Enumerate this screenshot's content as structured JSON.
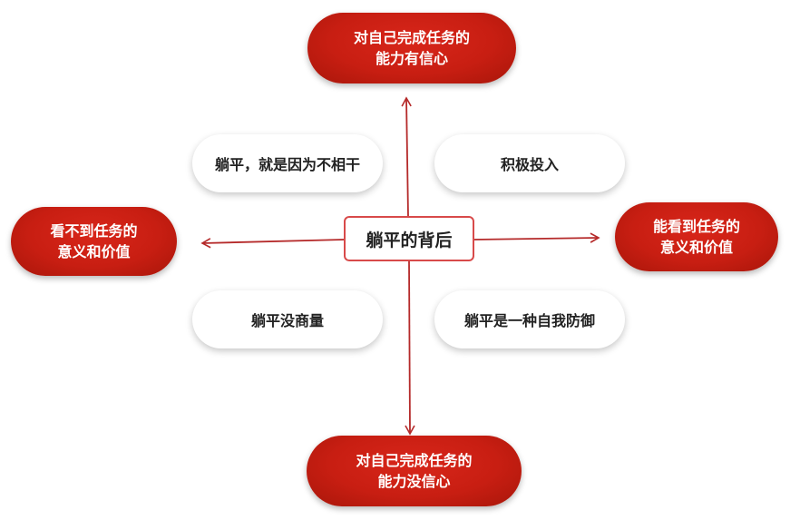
{
  "diagram": {
    "center": "躺平的背后",
    "axis_top": "对自己完成任务的\n能力有信心",
    "axis_bottom": "对自己完成任务的\n能力没信心",
    "axis_left": "看不到任务的\n意义和价值",
    "axis_right": "能看到任务的\n意义和价值",
    "quadrant_top_left": "躺平，就是因为不相干",
    "quadrant_top_right": "积极投入",
    "quadrant_bottom_left": "躺平没商量",
    "quadrant_bottom_right": "躺平是一种自我防御"
  },
  "colors": {
    "accent_red": "#c81e12",
    "arrow": "#b52a2a",
    "center_border": "#d84a4a"
  }
}
